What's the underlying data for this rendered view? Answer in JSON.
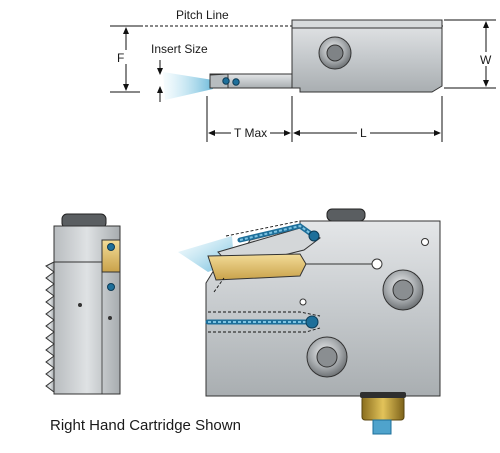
{
  "labels": {
    "pitch_line": "Pitch Line",
    "f": "F",
    "insert_size": "Insert Size",
    "w": "W",
    "t_max": "T Max",
    "l": "L",
    "caption": "Right Hand Cartridge Shown"
  },
  "colors": {
    "metal": "#c9cdd0",
    "metal_dark": "#8e9396",
    "insert": "#e8c97a",
    "coolant": "#5fb3d6",
    "coolant_light": "#aee0f2",
    "brass": "#c9a63a"
  }
}
